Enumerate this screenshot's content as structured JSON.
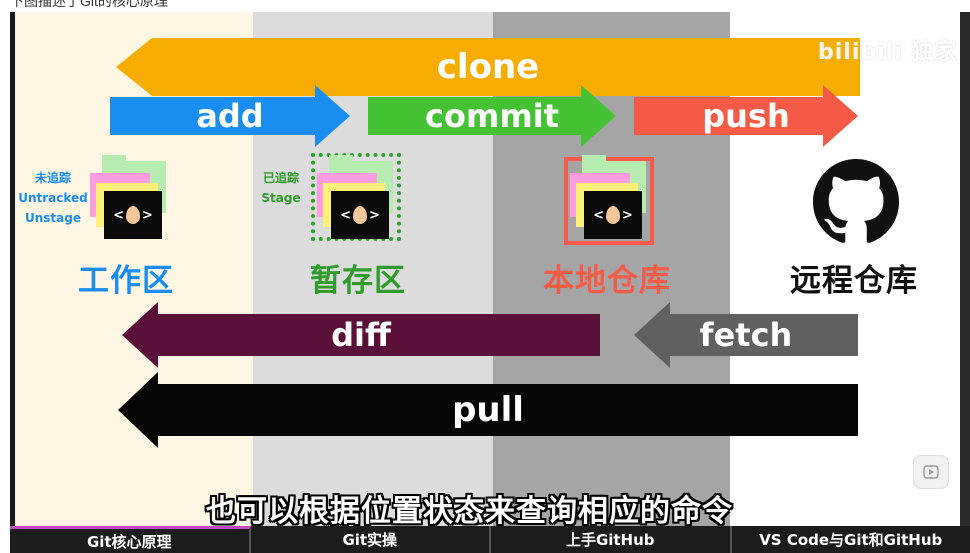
{
  "caption": "下图描述了Git的核心原理",
  "arrows": {
    "clone": "clone",
    "add": "add",
    "commit": "commit",
    "push": "push",
    "diff": "diff",
    "fetch": "fetch",
    "pull": "pull"
  },
  "zones": {
    "work": "工作区",
    "stage": "暂存区",
    "local": "本地仓库",
    "remote": "远程仓库"
  },
  "untracked": {
    "cn": "未追踪",
    "en1": "Untracked",
    "en2": "Unstage"
  },
  "tracked": {
    "cn": "已追踪",
    "en": "Stage"
  },
  "file_glyph_left": "<",
  "file_glyph_right": ">",
  "subtitle": "也可以根据位置状态来查询相应的命令",
  "watermark": "bilibili 独家",
  "bottombar": {
    "seg1": "Git核心原理",
    "seg2": "Git实操",
    "seg3": "上手GitHub",
    "seg4": "VS Code与Git和GitHub"
  },
  "colors": {
    "add": "#1a8df0",
    "commit": "#44c233",
    "push": "#f45a45",
    "clone": "#f6ac00",
    "diff": "#5a1038",
    "fetch": "#606060",
    "pull": "#060606"
  }
}
